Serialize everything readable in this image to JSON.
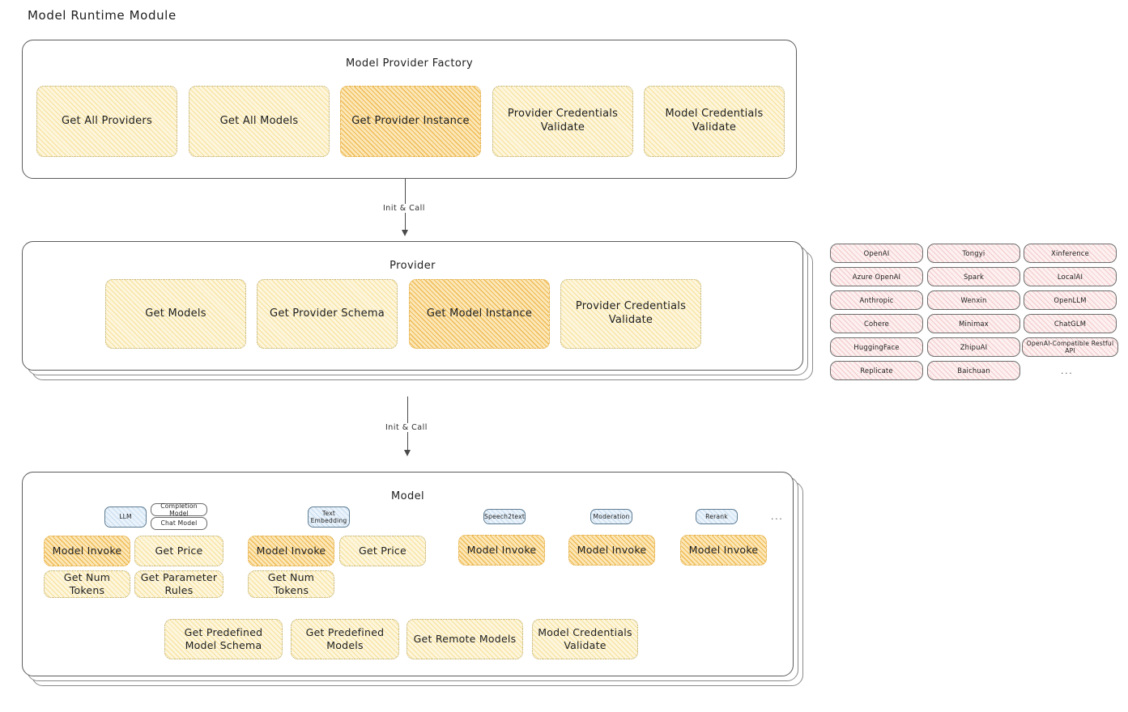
{
  "title": "Model Runtime Module",
  "factory": {
    "title": "Model Provider Factory",
    "nodes": [
      {
        "label": "Get All Providers",
        "highlight": false
      },
      {
        "label": "Get All Models",
        "highlight": false
      },
      {
        "label": "Get Provider Instance",
        "highlight": true
      },
      {
        "label": "Provider Credentials Validate",
        "highlight": false
      },
      {
        "label": "Model Credentials Validate",
        "highlight": false
      }
    ]
  },
  "arrow_factory_to_provider": {
    "label": "Init & Call"
  },
  "provider": {
    "title": "Provider",
    "nodes": [
      {
        "label": "Get Models",
        "highlight": false
      },
      {
        "label": "Get Provider Schema",
        "highlight": false
      },
      {
        "label": "Get Model Instance",
        "highlight": true
      },
      {
        "label": "Provider Credentials Validate",
        "highlight": false
      }
    ]
  },
  "arrow_provider_to_model": {
    "label": "Init & Call"
  },
  "provider_list": {
    "columns": [
      [
        "OpenAI",
        "Azure OpenAI",
        "Anthropic",
        "Cohere",
        "HuggingFace",
        "Replicate"
      ],
      [
        "Tongyi",
        "Spark",
        "Wenxin",
        "Minimax",
        "ZhipuAI",
        "Baichuan"
      ],
      [
        "Xinference",
        "LocalAI",
        "OpenLLM",
        "ChatGLM",
        "OpenAI-Compatible Restful API"
      ]
    ],
    "more": "..."
  },
  "model": {
    "title": "Model",
    "more": "...",
    "types": [
      {
        "name": "LLM",
        "sub": [
          "Completion Model",
          "Chat Model"
        ],
        "methods": [
          {
            "label": "Model Invoke",
            "highlight": true
          },
          {
            "label": "Get Price",
            "highlight": false
          },
          {
            "label": "Get Num Tokens",
            "highlight": false
          },
          {
            "label": "Get Parameter Rules",
            "highlight": false
          }
        ]
      },
      {
        "name": "Text Embedding",
        "sub": [],
        "methods": [
          {
            "label": "Model Invoke",
            "highlight": true
          },
          {
            "label": "Get Price",
            "highlight": false
          },
          {
            "label": "Get Num Tokens",
            "highlight": false
          }
        ]
      },
      {
        "name": "Speech2text",
        "sub": [],
        "methods": [
          {
            "label": "Model Invoke",
            "highlight": true
          }
        ]
      },
      {
        "name": "Moderation",
        "sub": [],
        "methods": [
          {
            "label": "Model Invoke",
            "highlight": true
          }
        ]
      },
      {
        "name": "Rerank",
        "sub": [],
        "methods": [
          {
            "label": "Model Invoke",
            "highlight": true
          }
        ]
      }
    ],
    "common_methods": [
      {
        "label": "Get Predefined Model Schema"
      },
      {
        "label": "Get Predefined Models"
      },
      {
        "label": "Get Remote Models"
      },
      {
        "label": "Model Credentials Validate"
      }
    ]
  },
  "colors": {
    "node_fill": "#fdf6dd",
    "node_highlight_fill": "#fbe7b8",
    "chip_fill": "#fdf0f0",
    "badge_blue_fill": "#eaf3fb",
    "stroke": "#5c5c5c",
    "background": "#ffffff"
  }
}
